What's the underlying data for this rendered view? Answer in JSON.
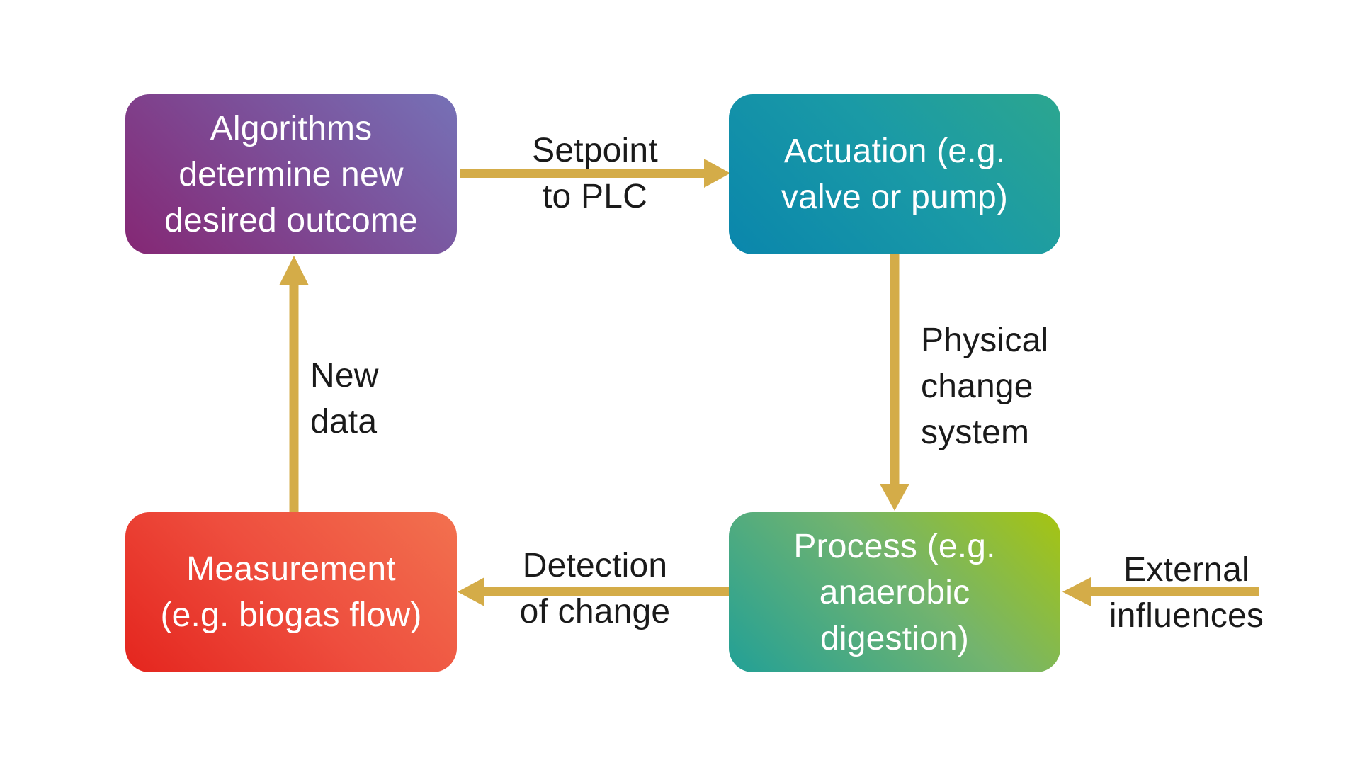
{
  "nodes": {
    "algorithms": "Algorithms\ndetermine new\ndesired outcome",
    "actuation": "Actuation (e.g.\nvalve or pump)",
    "process": "Process (e.g.\nanaerobic\ndigestion)",
    "measurement": "Measurement\n(e.g. biogas flow)"
  },
  "edges": {
    "setpoint": "Setpoint\nto PLC",
    "physical": "Physical\nchange\nsystem",
    "detection": "Detection\nof change",
    "new_data": "New\ndata",
    "external": "External\ninfluences"
  },
  "colors": {
    "arrow": "#D4AC48",
    "algorithms": "#7C509A",
    "actuation": "#1A9AA6",
    "process": "#73B46E",
    "measurement": "#EE4E3E"
  }
}
